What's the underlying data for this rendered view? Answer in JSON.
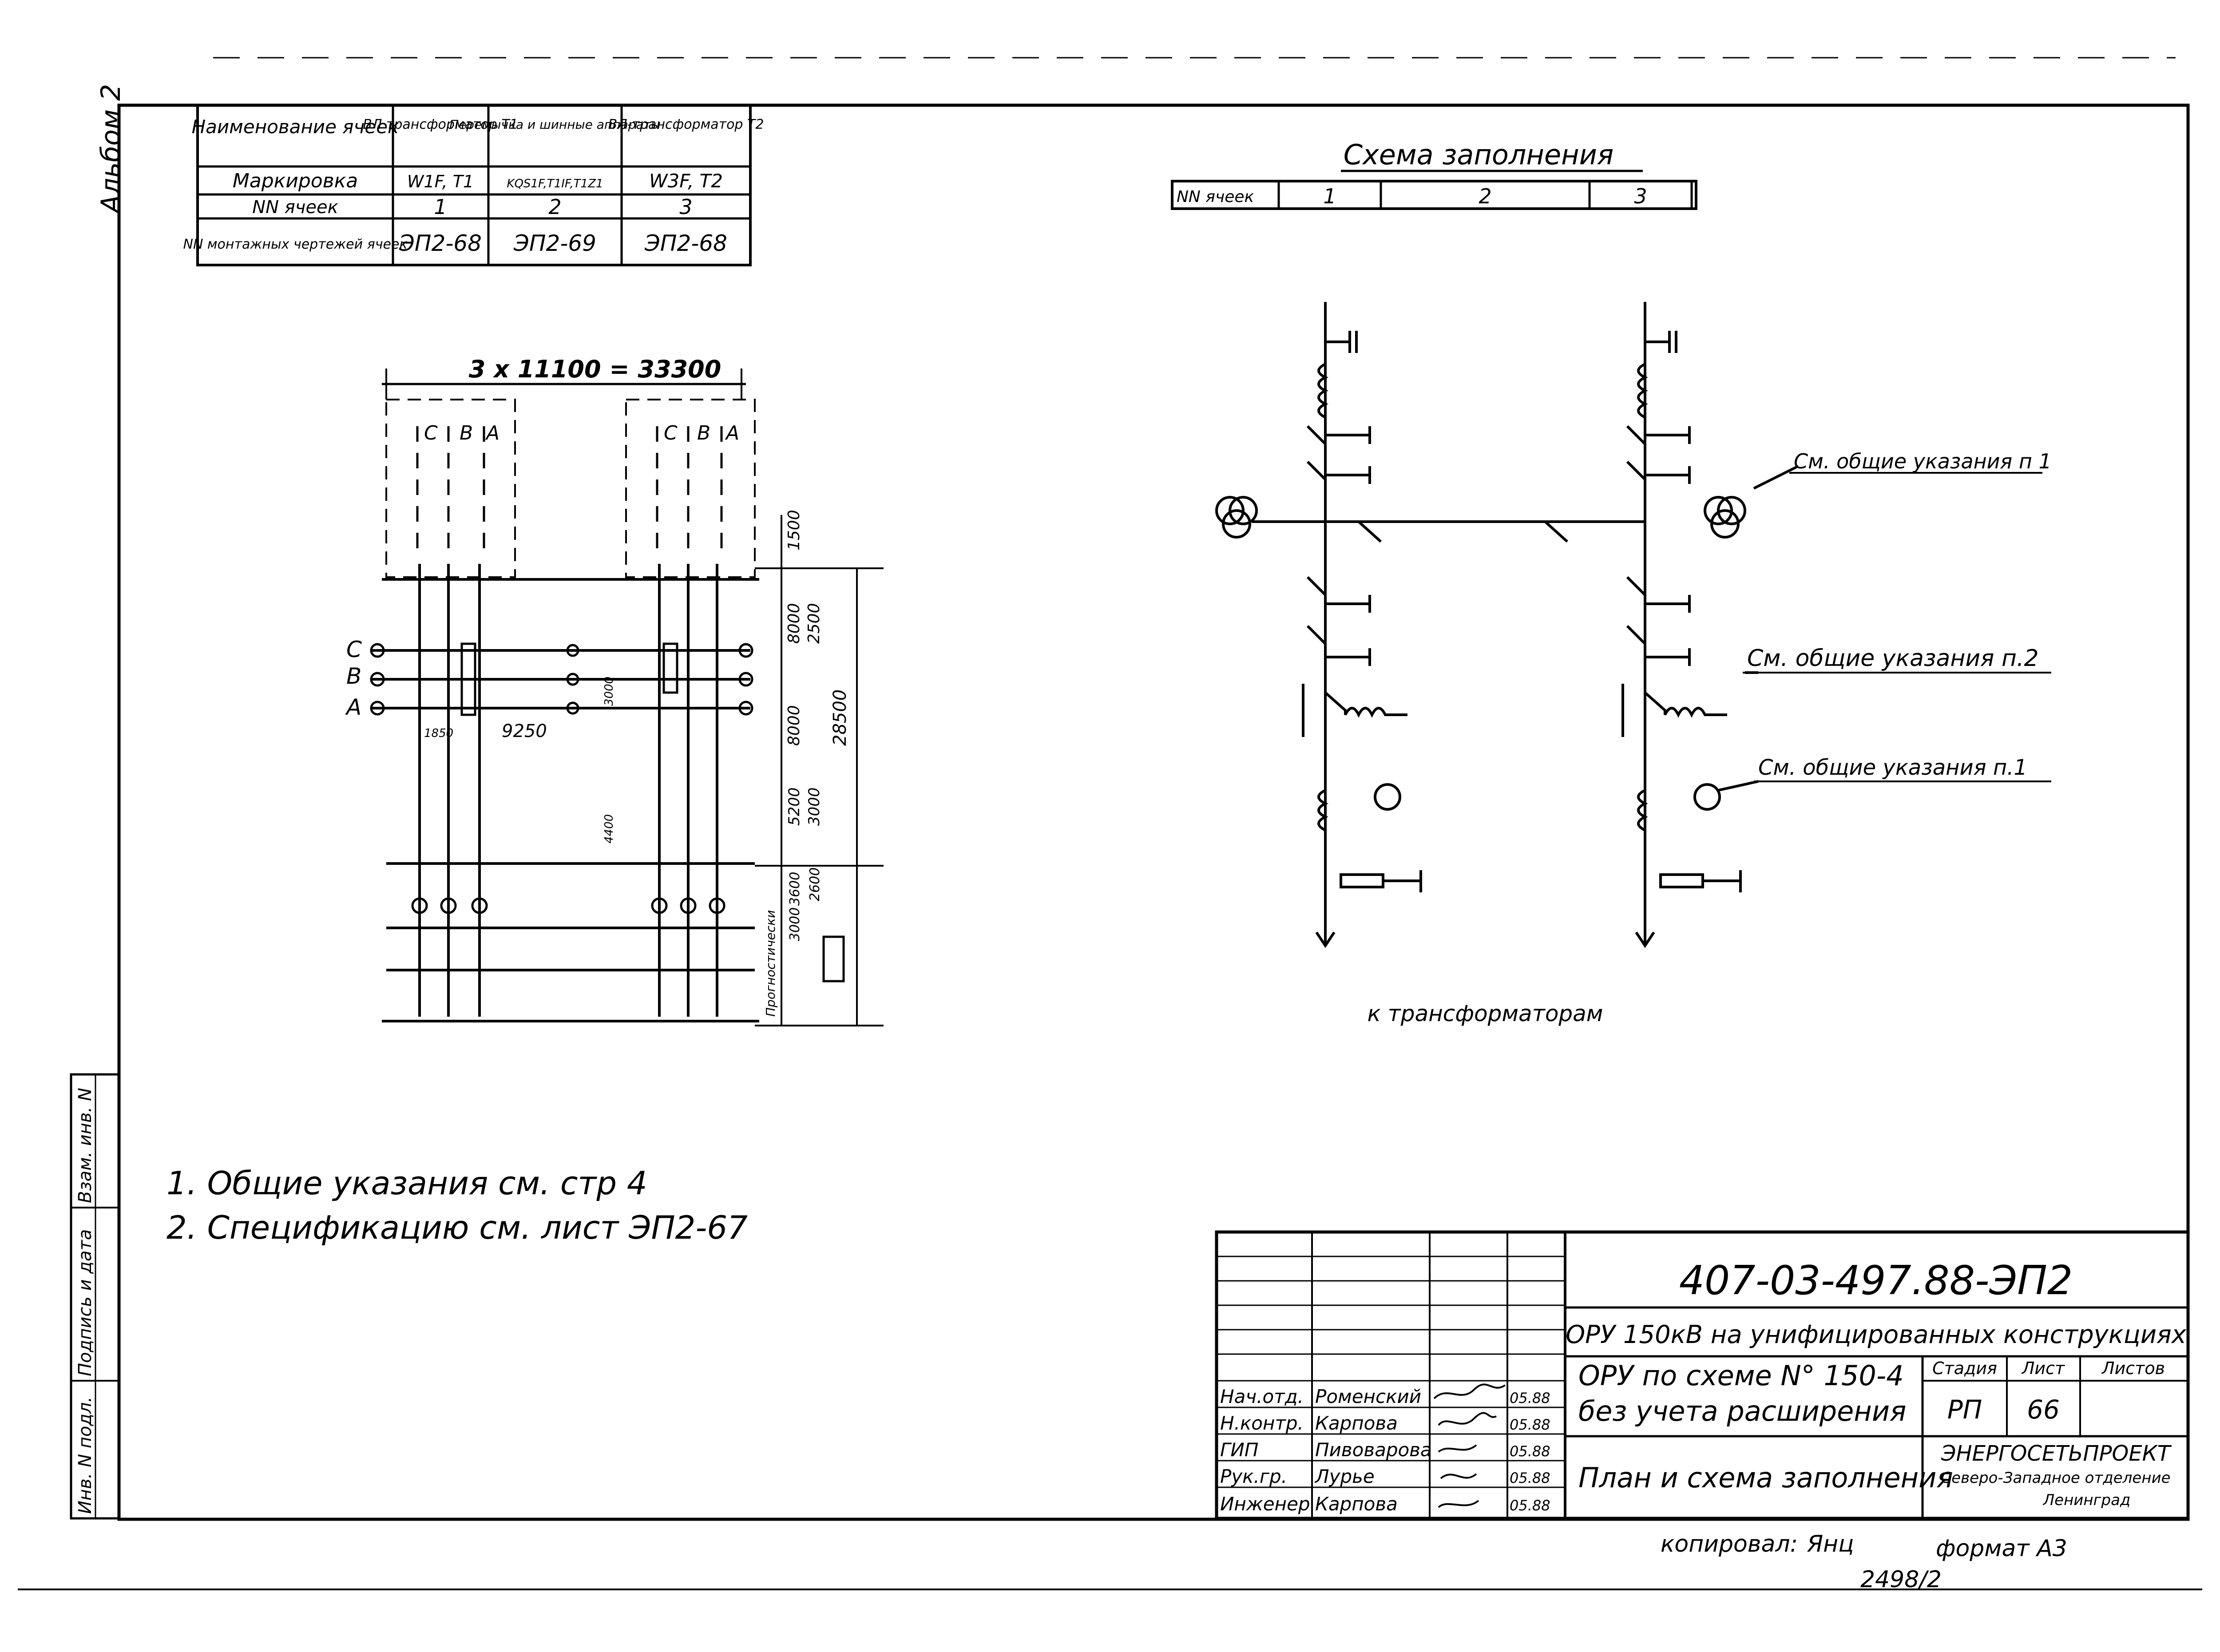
{
  "album_label": "Альбом 2",
  "cells_table": {
    "col_header": "Наименование ячеек",
    "columns": [
      "ВЛ трансформатор T1",
      "Перемычка и шинные аппараты",
      "ВЛ-трансформатор T2"
    ],
    "rows": [
      {
        "label": "Маркировка",
        "values": [
          "W1F, T1",
          "KQS1F,T1IF,T1Z1",
          "W3F, T2"
        ]
      },
      {
        "label": "NN ячеек",
        "values": [
          "1",
          "2",
          "3"
        ]
      },
      {
        "label": "NN монтажных чертежей ячеек",
        "values": [
          "ЭП2-68",
          "ЭП2-69",
          "ЭП2-68"
        ]
      }
    ]
  },
  "plan": {
    "dimension_top": "3 x 11100 = 33300",
    "phase_labels": [
      "C",
      "B",
      "A"
    ],
    "dims": [
      "1500",
      "8000",
      "2500",
      "8000",
      "28500",
      "5200",
      "3000",
      "3600",
      "3000",
      "2600",
      "9250",
      "1850",
      "3000",
      "4400"
    ],
    "note_vertical": "Прогностически"
  },
  "scheme": {
    "title": "Схема заполнения",
    "cells_label": "NN ячеек",
    "cells": [
      "1",
      "2",
      "3"
    ],
    "notes": [
      "См. общие указания п 1",
      "См. общие указания п.2",
      "См. общие указания п.1"
    ],
    "bottom_label": "к трансформаторам"
  },
  "general_notes": [
    "1. Общие указания см. стр 4",
    "2. Спецификацию см. лист ЭП2-67"
  ],
  "side_stamp": [
    "Инв. N подл.",
    "Подпись и дата",
    "Взам. инв. N"
  ],
  "title_block": {
    "doc_code": "407-03-497.88-ЭП2",
    "project": "ОРУ 150кВ на унифицированных конструкциях",
    "subtitle_line1": "ОРУ по схеме N° 150-4",
    "subtitle_line2": "без учета расширения",
    "sheet_title": "План и схема заполнения",
    "stage_header": "Стадия",
    "sheet_header": "Лист",
    "sheets_header": "Листов",
    "stage": "РП",
    "sheet": "66",
    "org_line1": "ЭНЕРГОСЕТЬПРОЕКТ",
    "org_line2": "Северо-Западное отделение",
    "org_line3": "Ленинград",
    "signatures": [
      {
        "role": "Нач.отд.",
        "name": "Роменский",
        "date": "05.88"
      },
      {
        "role": "Н.контр.",
        "name": "Карпова",
        "date": "05.88"
      },
      {
        "role": "ГИП",
        "name": "Пивоварова",
        "date": "05.88"
      },
      {
        "role": "Рук.гр.",
        "name": "Лурье",
        "date": "05.88"
      },
      {
        "role": "Инженер",
        "name": "Карпова",
        "date": "05.88"
      }
    ]
  },
  "footer": {
    "copied": "копировал:",
    "copied_sign": "Янц",
    "format": "формат А3",
    "number": "2498/2"
  }
}
